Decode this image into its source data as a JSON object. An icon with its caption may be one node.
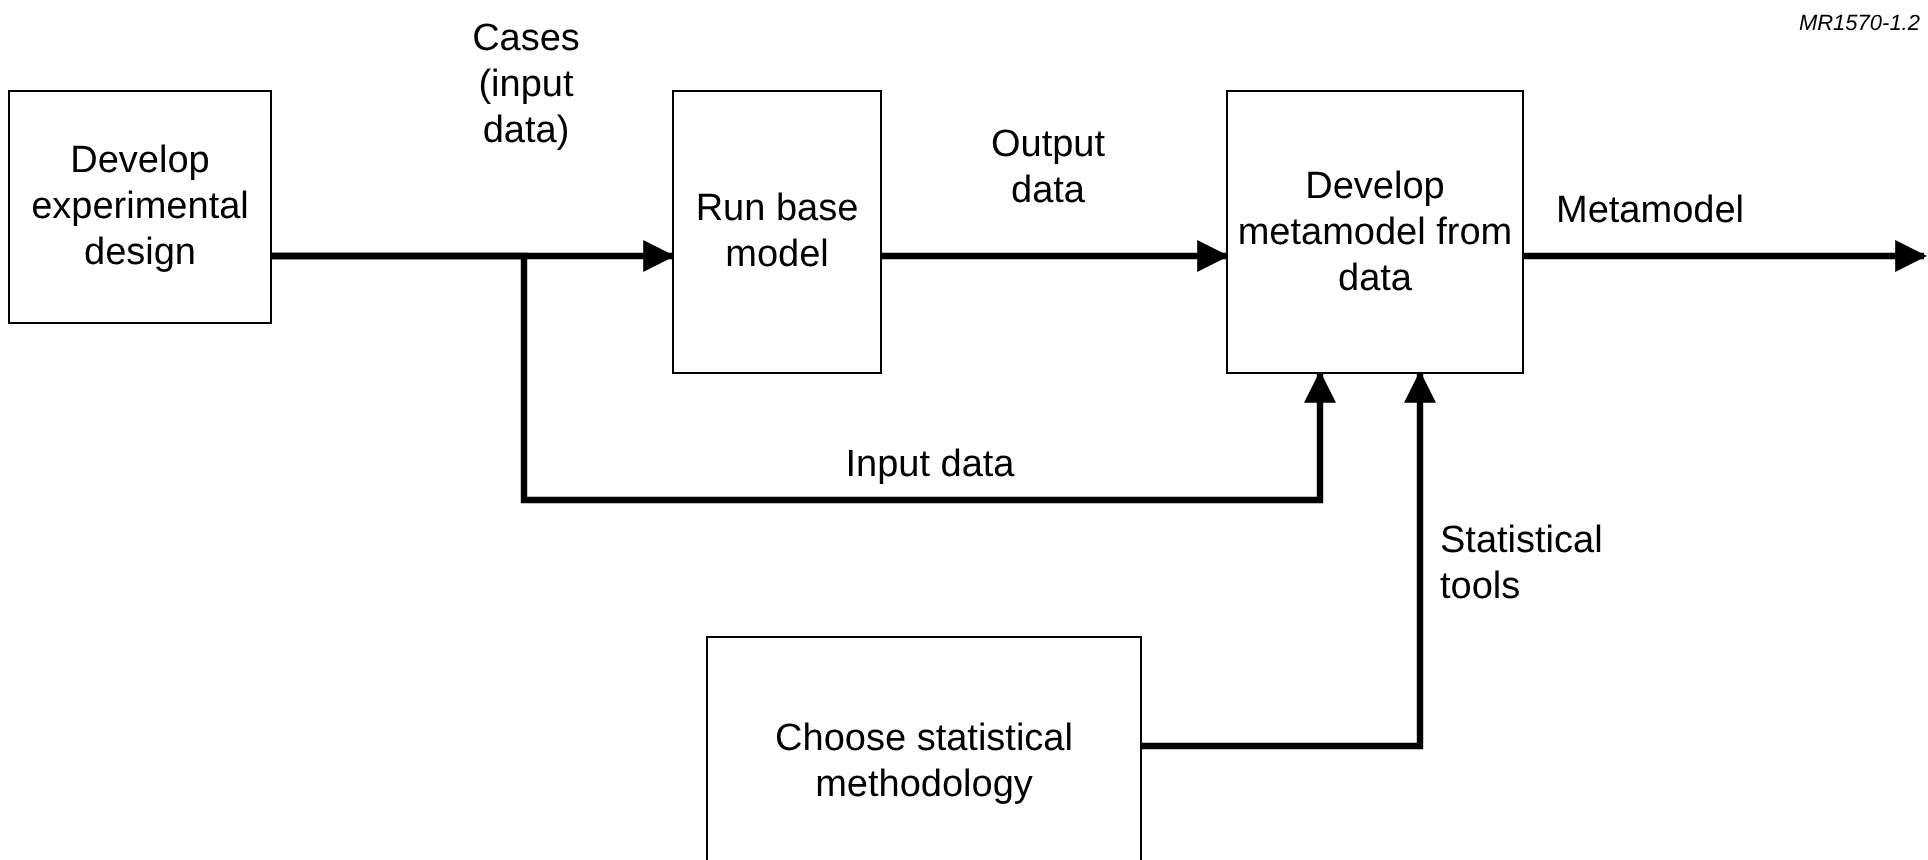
{
  "diagram": {
    "nodes": [
      {
        "text": [
          "Develop experimental design"
        ]
      },
      {
        "text": [
          "Run base model"
        ]
      },
      {
        "text": [
          "Develop metamodel from data"
        ]
      },
      {
        "text": [
          "Choose statistical methodology"
        ]
      }
    ],
    "edges": [
      {
        "from": 0,
        "to": 1,
        "arrow": "to",
        "label": "Cases (input data)"
      },
      {
        "from": 0,
        "to": 2,
        "arrow": "to",
        "label": "Input data"
      },
      {
        "from": 1,
        "to": 2,
        "arrow": "to",
        "label": "Output data"
      },
      {
        "from": 2,
        "to": null,
        "arrow": "to",
        "label": "Metamodel"
      },
      {
        "from": 3,
        "to": 2,
        "arrow": "to",
        "label": "Statistical tools"
      }
    ],
    "labels": [
      "MR1570-1.2"
    ]
  }
}
